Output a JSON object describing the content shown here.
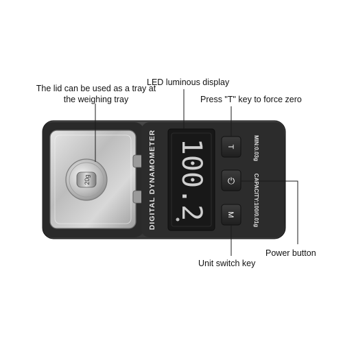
{
  "callouts": {
    "lid_tray_line1": "The lid can be used as a tray at",
    "lid_tray_line2": "the weighing tray",
    "led_display": "LED luminous display",
    "tare_key": "Press \"T\" key to force zero",
    "power_button": "Power button",
    "unit_switch": "Unit switch key"
  },
  "device": {
    "brand_text": "DIGITAL DYNAMOMETER",
    "capacity_text": "CAPACITY:100/0.01g",
    "min_text": "MIN:0.03g",
    "display_reading": "100.2",
    "tare_key_label": "T",
    "unit_key_label": "M",
    "power_symbol": "⏻",
    "weight_label": "20g"
  },
  "colors": {
    "body": "#2b2b2b",
    "lcd": "#1a1a1a",
    "tray": "#c9c9c9",
    "leader_line": "#1a1a1a"
  }
}
